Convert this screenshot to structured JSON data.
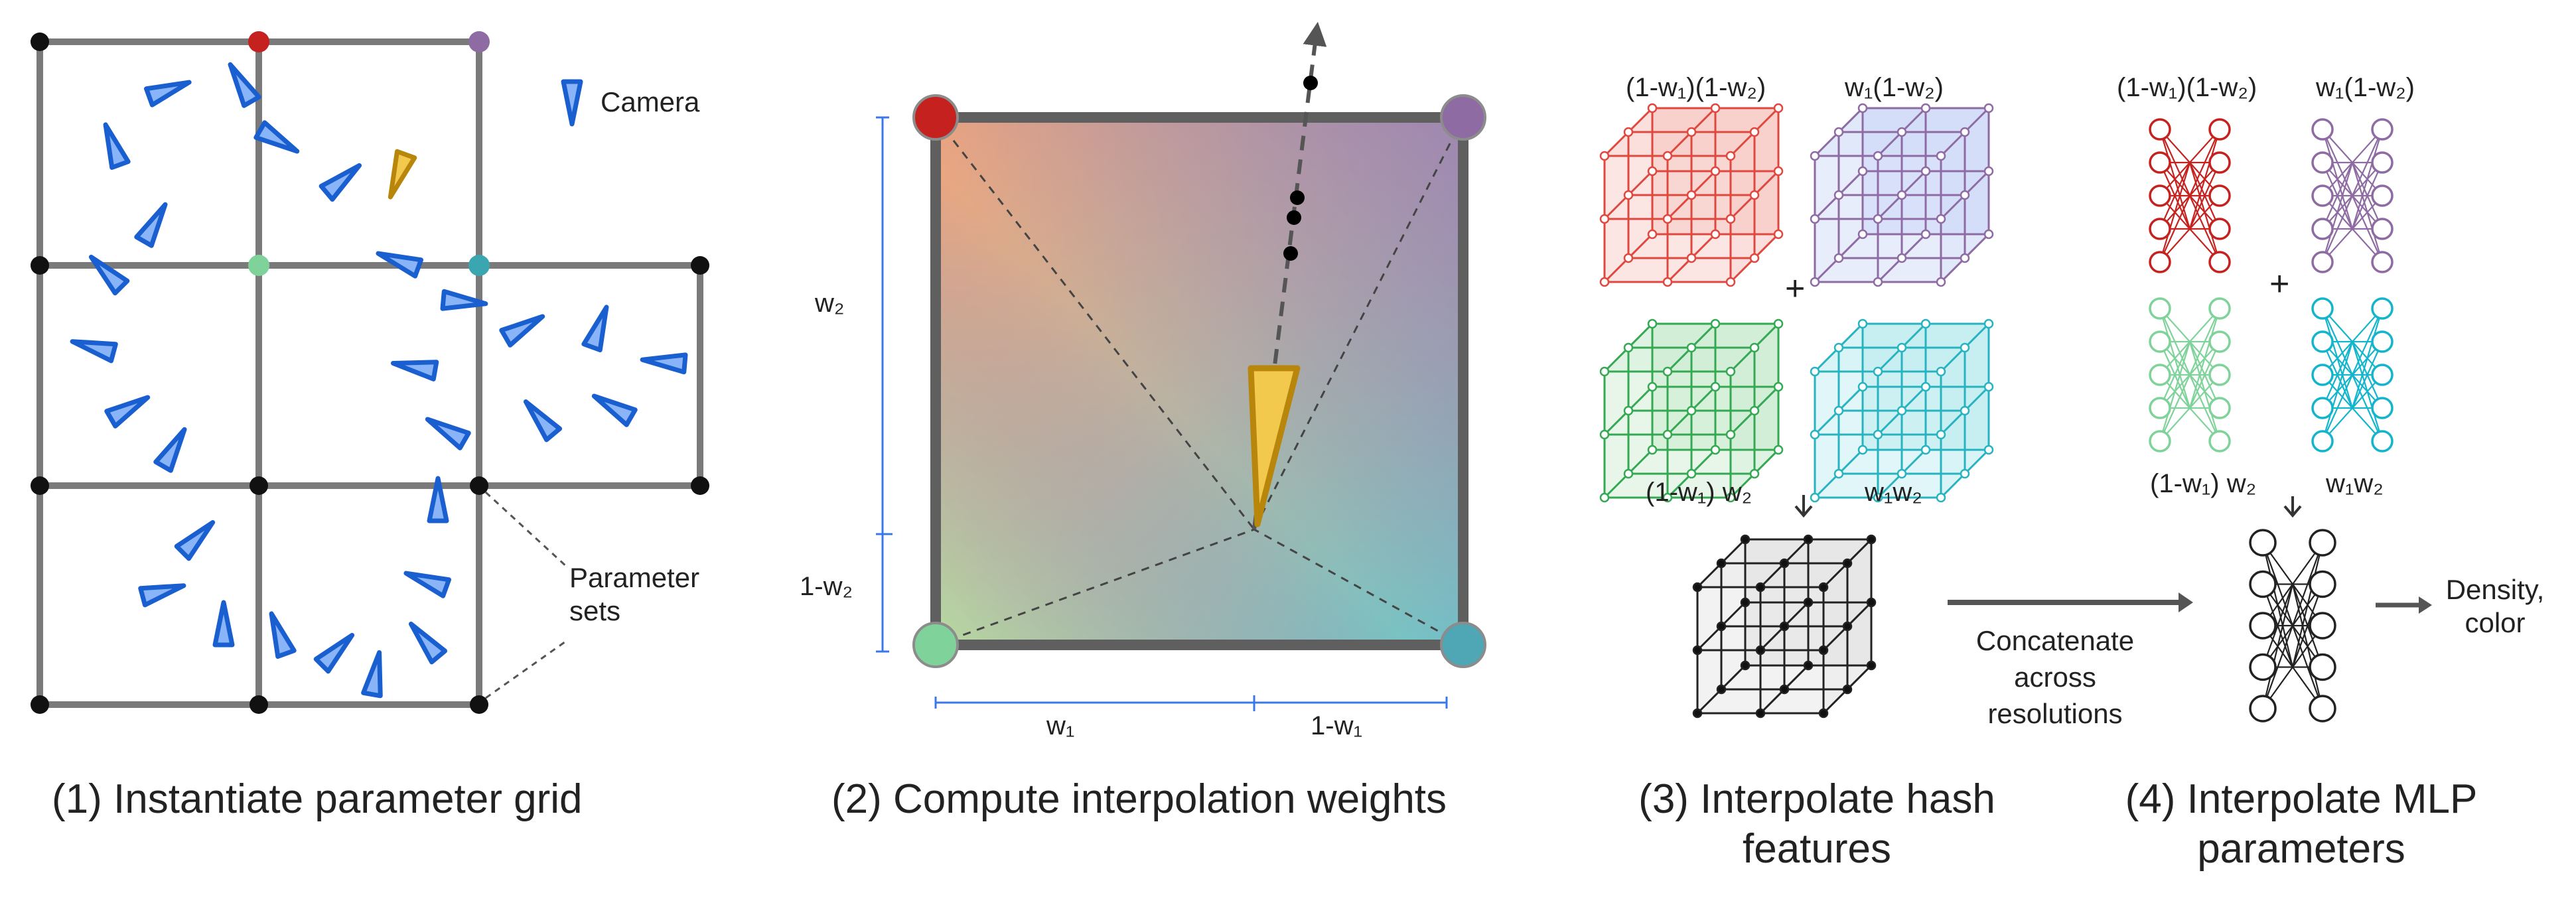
{
  "panels": {
    "p1": {
      "caption": "(1) Instantiate parameter grid",
      "camera_legend": "Camera",
      "parameter_label_line1": "Parameter",
      "parameter_label_line2": "sets"
    },
    "p2": {
      "caption": "(2) Compute interpolation weights",
      "left_top": "w₂",
      "left_bottom": "1-w₂",
      "bottom_left": "w₁",
      "bottom_right": "1-w₁"
    },
    "p3": {
      "caption_line1": "(3) Interpolate hash",
      "caption_line2": "features",
      "weight_tl": "(1-w₁)(1-w₂)",
      "weight_tr": "w₁(1-w₂)",
      "weight_bl": "(1-w₁) w₂",
      "weight_br": "w₁w₂",
      "plus": "+",
      "concat_line1": "Concatenate",
      "concat_line2": "across",
      "concat_line3": "resolutions"
    },
    "p4": {
      "caption_line1": "(4) Interpolate MLP",
      "caption_line2": "parameters",
      "weight_tl": "(1-w₁)(1-w₂)",
      "weight_tr": "w₁(1-w₂)",
      "weight_bl": "(1-w₁) w₂",
      "weight_br": "w₁w₂",
      "plus": "+",
      "output_line1": "Density,",
      "output_line2": "color"
    }
  },
  "colors": {
    "red": "#c5221f",
    "purple": "#8e6ba3",
    "green": "#34a853",
    "teal": "#12b5cb",
    "camera_blue": "#1a5fd0",
    "camera_gold": "#f2c94c",
    "grid_gray": "#7a7a7a"
  },
  "icons": {
    "camera": "camera-triangle-icon",
    "arrow": "arrow-right-icon",
    "down_arrow": "arrow-down-icon"
  }
}
